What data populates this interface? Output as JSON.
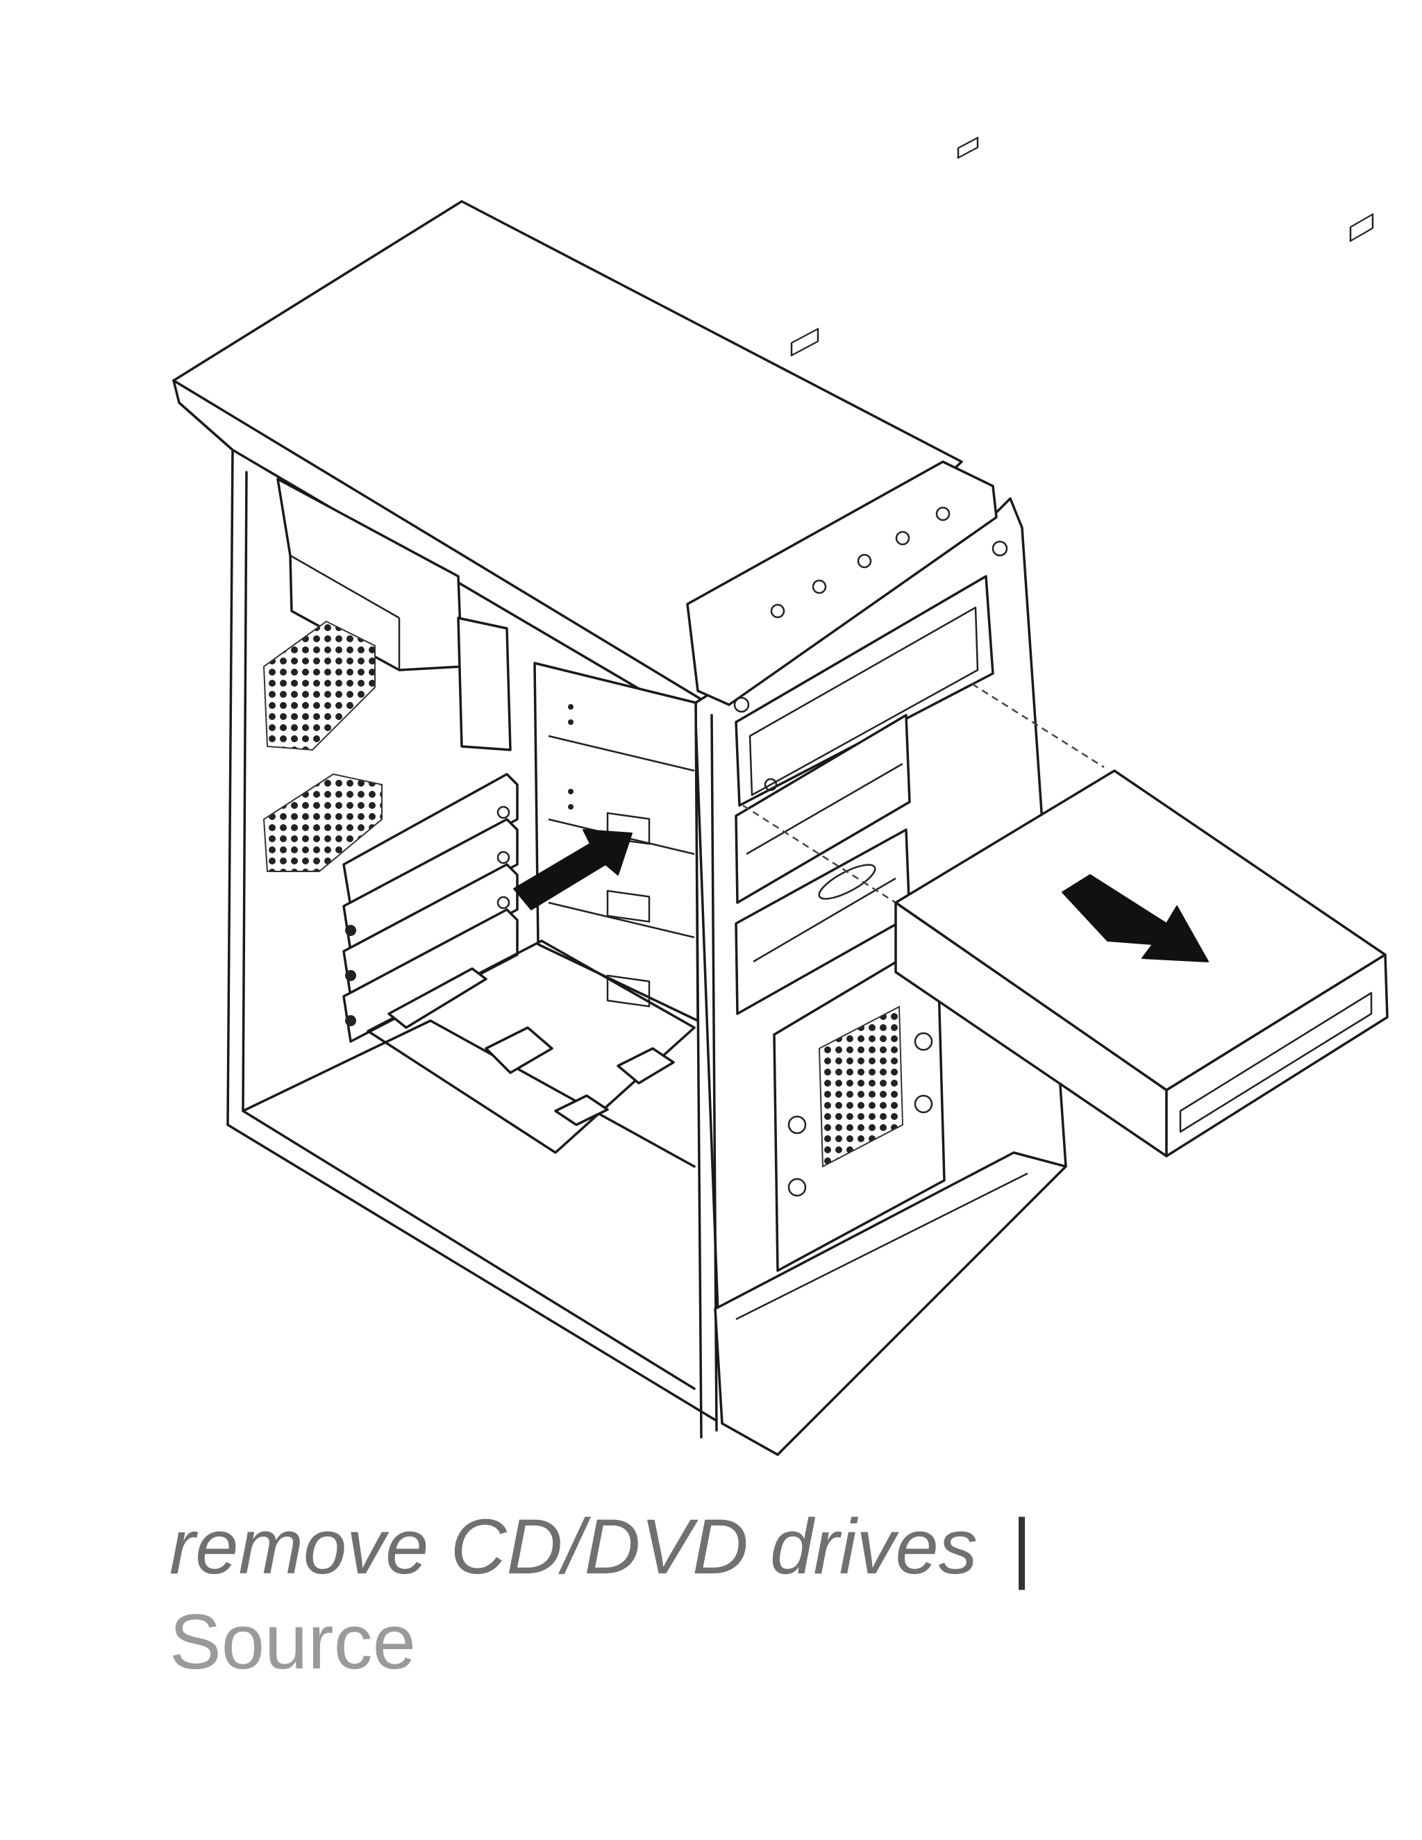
{
  "caption": {
    "title": "remove CD/DVD drives",
    "separator": "|",
    "source_label": "Source"
  },
  "illustration": {
    "subject": "desktop tower computer with side panel removed",
    "icons": [
      "push-arrow-icon",
      "pull-out-arrow-icon"
    ],
    "line_color": "#1a1a1a",
    "background": "#ffffff"
  }
}
